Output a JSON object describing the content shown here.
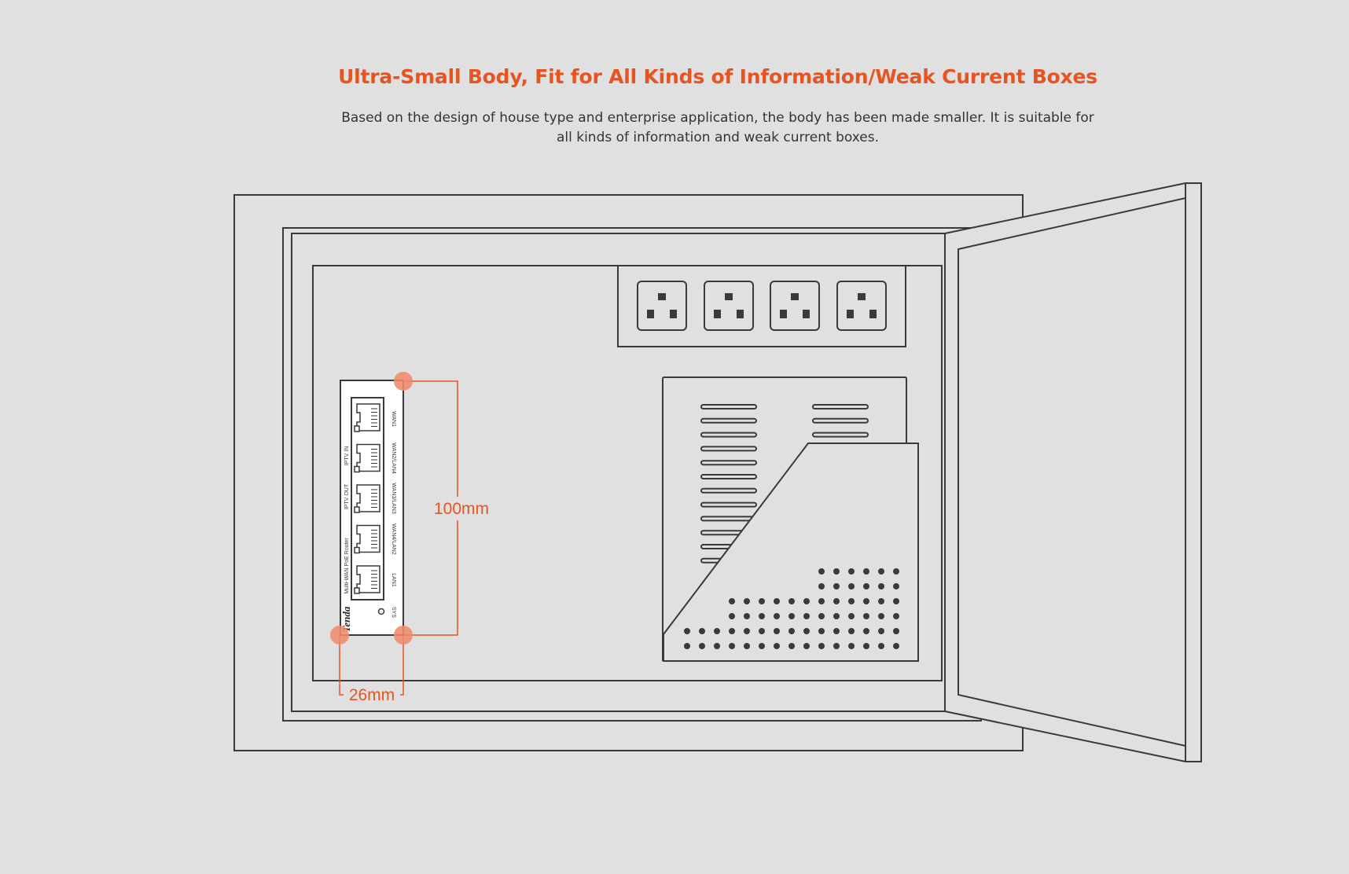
{
  "header": {
    "title": "Ultra-Small Body, Fit for All Kinds of Information/Weak Current Boxes",
    "description": "Based on the design of house type and enterprise application, the body has been made smaller. It is suitable for all kinds of information and weak current boxes."
  },
  "router": {
    "brand": "Tenda",
    "model": "Multi-WAN PoE Router",
    "port_labels": [
      "WAN1",
      "WAN2/LAN4",
      "WAN3/LAN3",
      "WAN4/LAN2",
      "LAN1"
    ],
    "side_labels": [
      "IPTV IN",
      "IPTV OUT"
    ],
    "sys_label": "SYS"
  },
  "dimensions": {
    "height_label": "100mm",
    "width_label": "26mm"
  },
  "colors": {
    "accent": "#e8531f",
    "marker": "#f08a6c",
    "line": "#3a3a3a",
    "background": "#e0e0e0"
  }
}
